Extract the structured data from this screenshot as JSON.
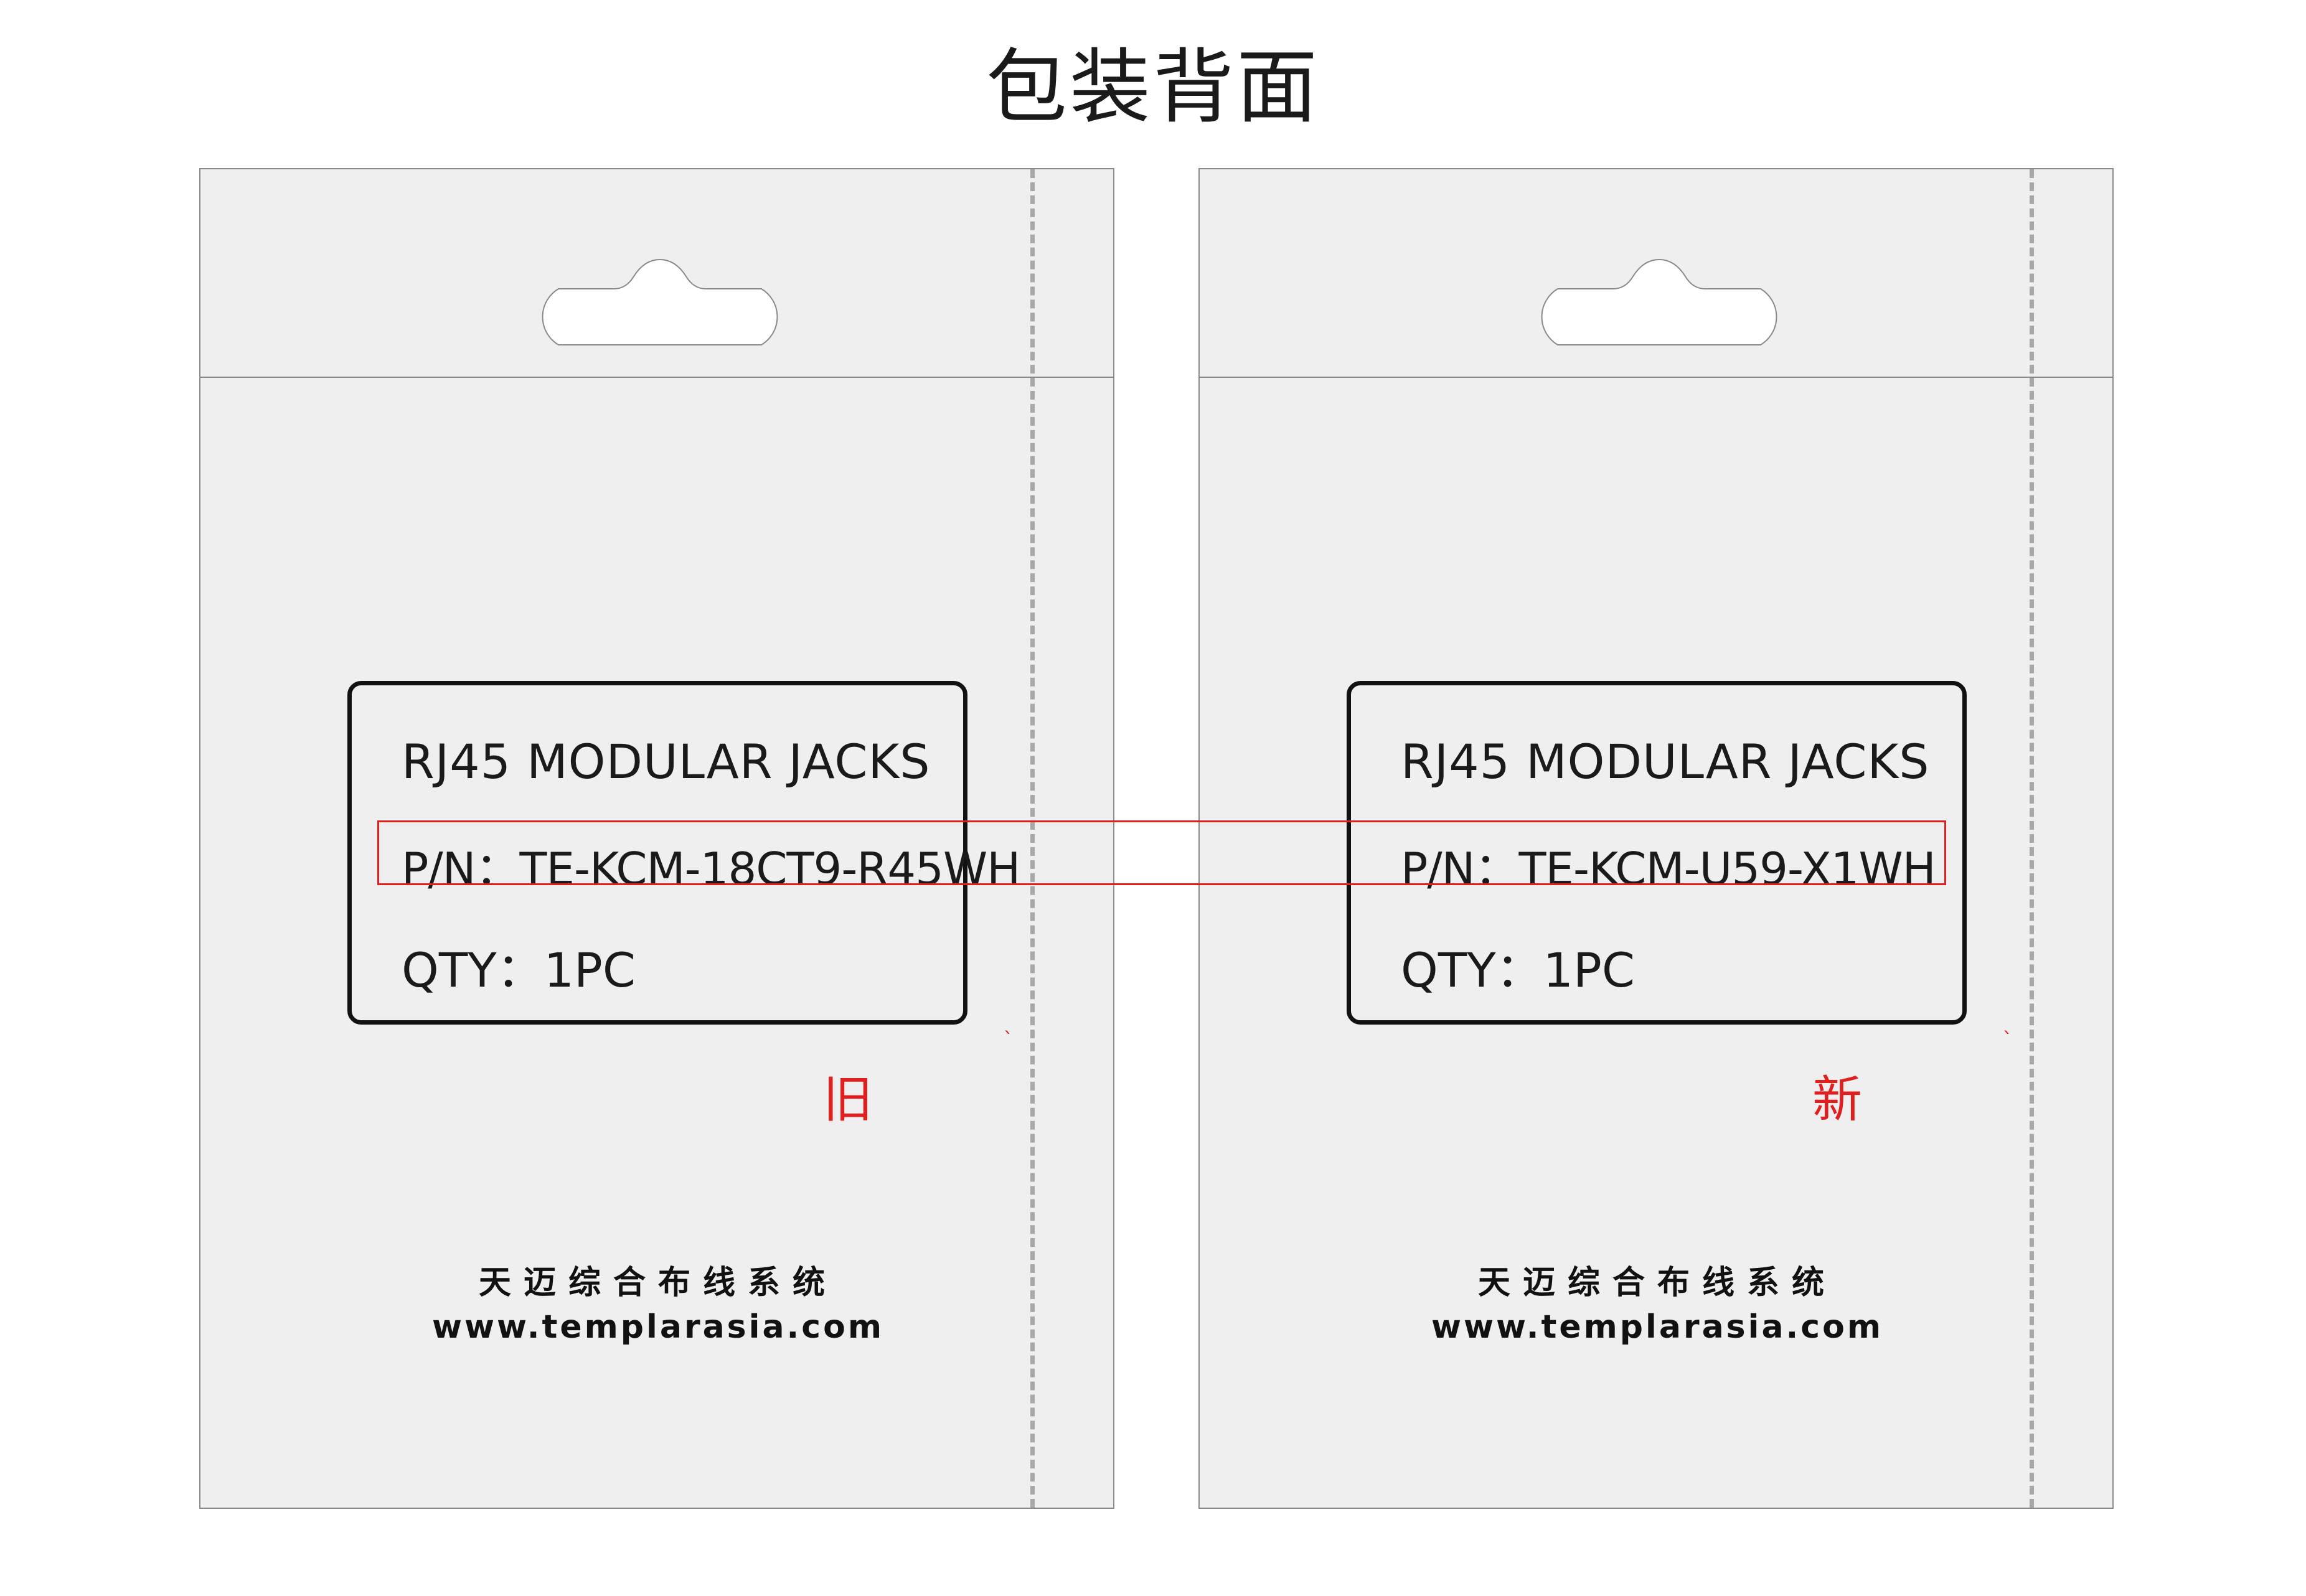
{
  "page": {
    "title": "包装背面"
  },
  "panels": [
    {
      "id": "old",
      "label_title": "RJ45 MODULAR JACKS",
      "part_number": "P/N：TE-KCM-18CT9-R45WH",
      "quantity": "QTY：1PC",
      "tag": "旧",
      "company_name": "天迈综合布线系统",
      "company_url": "www.templarasia.com"
    },
    {
      "id": "new",
      "label_title": "RJ45 MODULAR JACKS",
      "part_number": "P/N：TE-KCM-U59-X1WH",
      "quantity": "QTY：1PC",
      "tag": "新",
      "company_name": "天迈综合布线系统",
      "company_url": "www.templarasia.com"
    }
  ],
  "colors": {
    "panel_background": "#efefef",
    "panel_border": "#8a8a8a",
    "perforation": "#a8a8a8",
    "label_border": "#111111",
    "highlight": "#e0201e"
  }
}
